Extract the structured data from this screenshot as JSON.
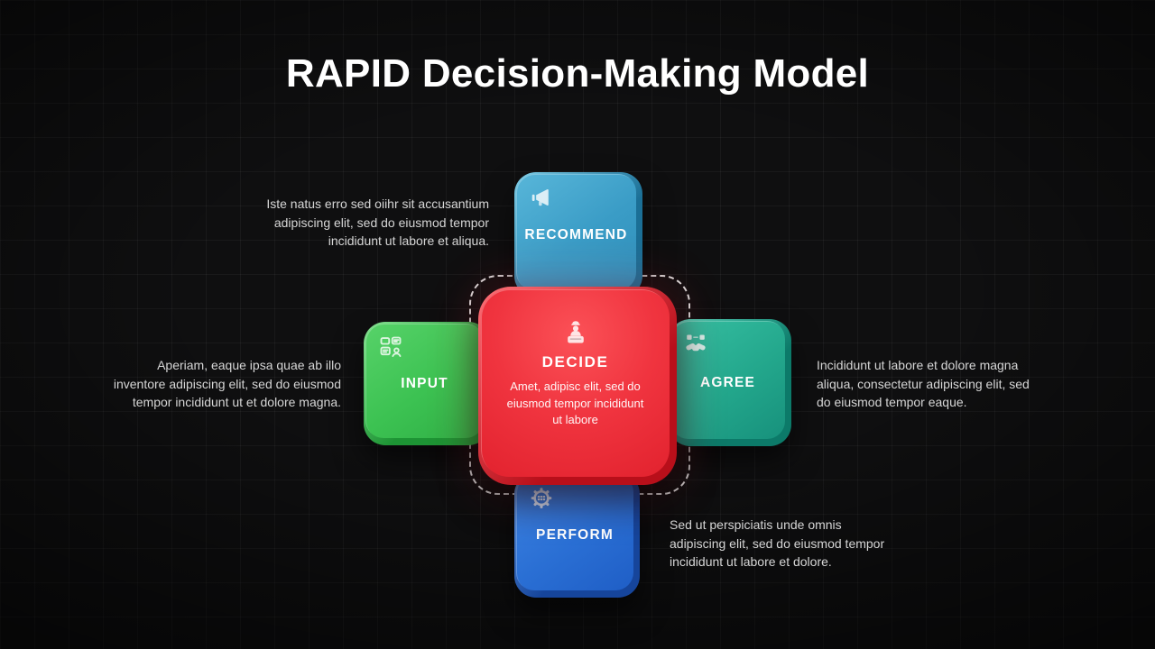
{
  "title": "RAPID Decision-Making Model",
  "background": {
    "base_color": "#0f0f10",
    "grid_line_color": "rgba(255,255,255,0.05)"
  },
  "cards": {
    "recommend": {
      "label": "RECOMMEND",
      "icon": "megaphone-icon",
      "color": "#3a9cc6"
    },
    "input": {
      "label": "INPUT",
      "icon": "feedback-collection-icon",
      "color": "#3cc252"
    },
    "decide": {
      "label": "DECIDE",
      "icon": "decision-person-icon",
      "color": "#f0343f",
      "description_lines": [
        "Amet, adipisc elit, sed do",
        "eiusmod tempor incididunt",
        "ut labore"
      ]
    },
    "agree": {
      "label": "AGREE",
      "icon": "handshake-icon",
      "color": "#23a78c"
    },
    "perform": {
      "label": "PERFORM",
      "icon": "gear-icon",
      "color": "#2a6fd4"
    }
  },
  "notes": {
    "recommend": {
      "lines": [
        "Iste natus erro sed oiihr sit accusantium",
        "adipiscing elit, sed do eiusmod tempor",
        "incididunt ut labore et aliqua."
      ]
    },
    "input": {
      "lines": [
        "Aperiam, eaque ipsa quae ab illo",
        "inventore adipiscing elit, sed do eiusmod",
        "tempor incididunt ut et dolore magna."
      ]
    },
    "agree": {
      "lines": [
        "Incididunt ut labore et dolore magna",
        "aliqua, consectetur adipiscing elit, sed",
        "do eiusmod tempor eaque."
      ]
    },
    "perform": {
      "lines": [
        "Sed ut perspiciatis unde omnis",
        "adipiscing elit, sed do eiusmod tempor",
        "incididunt ut labore et dolore."
      ]
    }
  }
}
